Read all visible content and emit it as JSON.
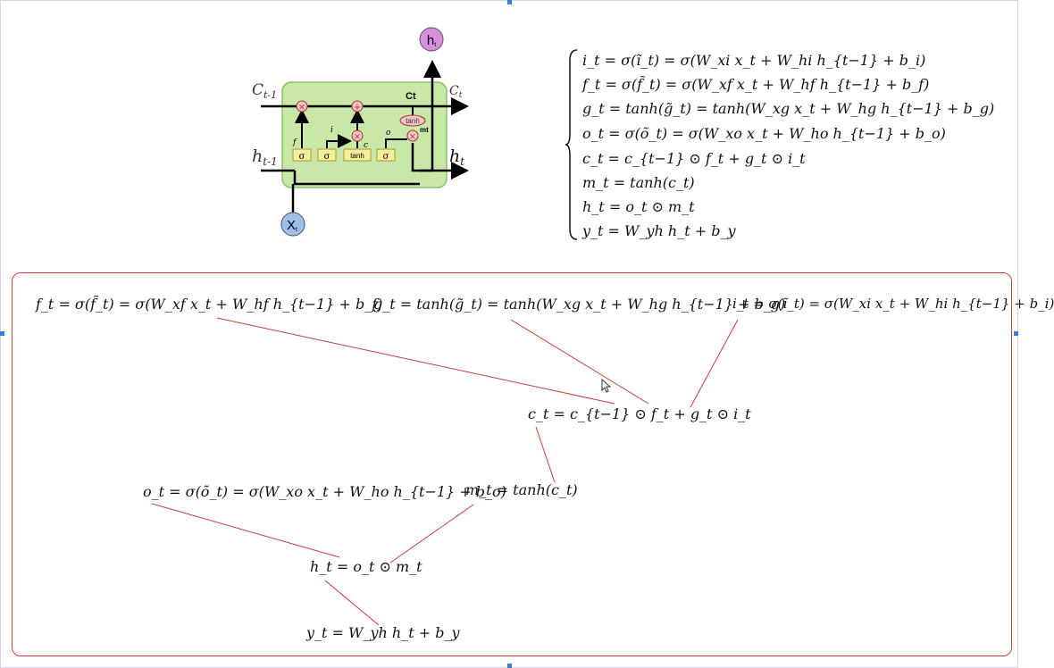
{
  "diagram": {
    "label_ct_prev": "C",
    "label_ct_prev_sub": "t-1",
    "label_ht_prev": "h",
    "label_ht_prev_sub": "t-1",
    "label_ct": "C",
    "label_ct_sub": "t",
    "label_ct_bold": "Ct",
    "label_ht_out": "h",
    "label_ht_out_sub": "t",
    "label_h_circle": "h",
    "label_h_circle_sub": "t",
    "label_x_circle": "X",
    "label_x_circle_sub": "t",
    "gate_sigma": "σ",
    "gate_tanh": "tanh",
    "mult": "×",
    "plus": "+",
    "label_ft": "f",
    "label_it": "i",
    "label_ct_small": "c",
    "label_ot": "o",
    "label_mt": "mt"
  },
  "equations": [
    "i_t = σ(ĩ_t) = σ(W_xi x_t + W_hi h_{t−1} + b_i)",
    "f_t = σ(f̃_t) = σ(W_xf x_t + W_hf h_{t−1} + b_f)",
    "g_t = tanh(g̃_t) = tanh(W_xg x_t + W_hg h_{t−1} + b_g)",
    "o_t = σ(õ_t) = σ(W_xo x_t + W_ho h_{t−1} + b_o)",
    "c_t = c_{t−1} ⊙ f_t + g_t ⊙ i_t",
    "m_t = tanh(c_t)",
    "h_t = o_t ⊙ m_t",
    "y_t = W_yh h_t + b_y"
  ],
  "tree": {
    "f_node": "f_t = σ(f̃_t) = σ(W_xf x_t + W_hf h_{t−1} + b_f)",
    "g_node": "g_t = tanh(g̃_t) = tanh(W_xg x_t + W_hg h_{t−1} + b_g)",
    "i_node": "i_t = σ(ĩ_t) = σ(W_xi x_t + W_hi h_{t−1} + b_i)",
    "c_node": "c_t = c_{t−1} ⊙ f_t + g_t ⊙ i_t",
    "o_node": "o_t = σ(õ_t) = σ(W_xo x_t + W_ho h_{t−1} + b_o)",
    "m_node": "m_t = tanh(c_t)",
    "h_node": "h_t = o_t ⊙ m_t",
    "y_node": "y_t = W_yh h_t + b_y"
  },
  "colors": {
    "cell_fill": "#c9e8a8",
    "cell_border": "#8cc070",
    "gate_fill": "#f4ef9a",
    "h_circle": "#d98ee0",
    "x_circle": "#9fbfe8",
    "tree_line": "#c83a3a",
    "tree_border": "#d04040"
  }
}
